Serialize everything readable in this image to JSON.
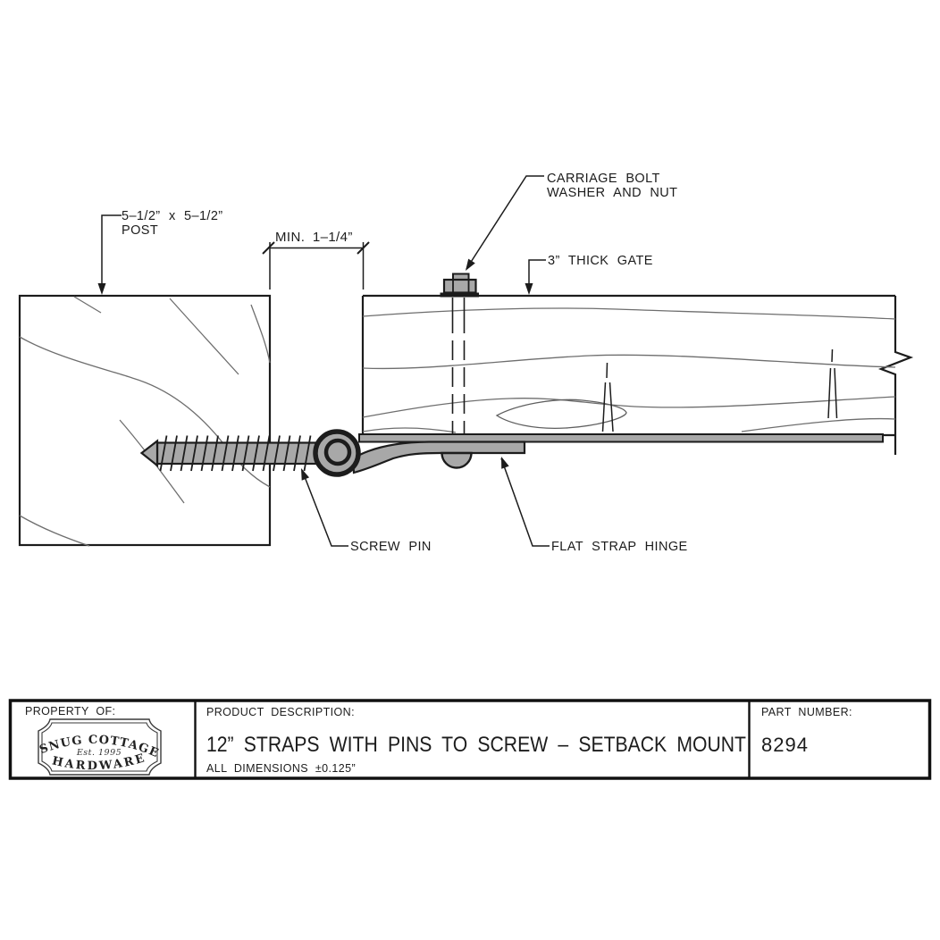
{
  "drawing": {
    "post_label_line1": "5–1/2” x 5–1/2”",
    "post_label_line2": "POST",
    "gap_dimension": "MIN. 1–1/4”",
    "carriage_label_line1": "CARRIAGE BOLT",
    "carriage_label_line2": "WASHER AND NUT",
    "gate_label": "3” THICK GATE",
    "screw_pin_label": "SCREW PIN",
    "strap_hinge_label": "FLAT STRAP HINGE",
    "colors": {
      "linework": "#1c1c1c",
      "metal_fill": "#a8a8a8",
      "wood_grain": "#6e6e6e",
      "background": "#ffffff"
    }
  },
  "title_block": {
    "property_of": {
      "label": "PROPERTY OF:",
      "logo_line1": "SNUG COTTAGE",
      "logo_est": "Est. 1995",
      "logo_line2": "HARDWARE"
    },
    "product_description": {
      "label": "PRODUCT DESCRIPTION:",
      "value": "12” STRAPS WITH PINS TO SCREW – SETBACK MOUNT",
      "tolerance_note": "ALL DIMENSIONS ±0.125”"
    },
    "part_number": {
      "label": "PART NUMBER:",
      "value": "8294"
    }
  }
}
